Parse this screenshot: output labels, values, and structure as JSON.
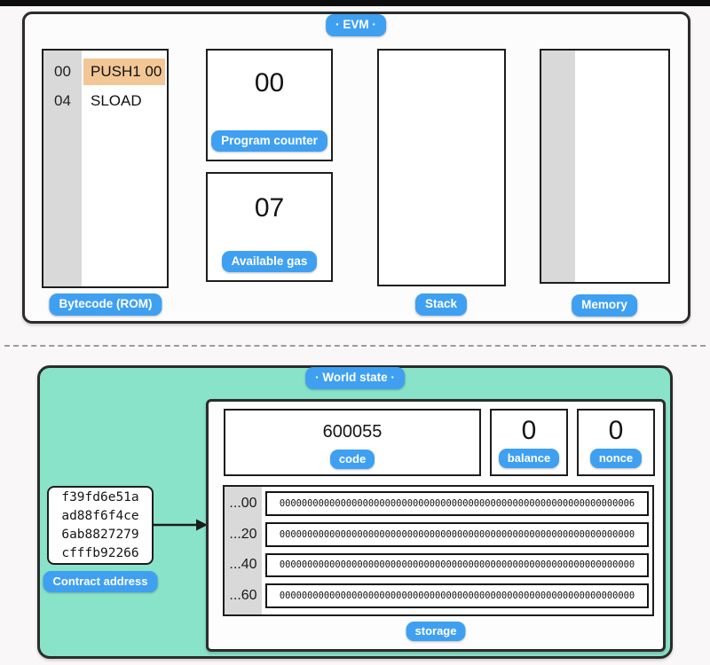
{
  "colors": {
    "accent_blue": "#3fa0f1",
    "world_state_teal": "#89e3c9",
    "instruction_highlight": "#f2c795",
    "gutter_gray": "#d9d9d9"
  },
  "evm": {
    "label": "·  EVM  ·",
    "bytecode": {
      "label": "Bytecode (ROM)",
      "rows": [
        {
          "offset": "00",
          "instruction": "PUSH1 00"
        },
        {
          "offset": "04",
          "instruction": "SLOAD"
        }
      ]
    },
    "program_counter": {
      "value": "00",
      "label": "Program counter"
    },
    "available_gas": {
      "value": "07",
      "label": "Available gas"
    },
    "stack": {
      "label": "Stack"
    },
    "memory": {
      "label": "Memory"
    }
  },
  "world_state": {
    "label": "·  World state  ·",
    "contract_address": {
      "label": "Contract address",
      "value": "f39fd6e51a\nad88f6f4ce\n6ab8827279\ncfffb92266"
    },
    "account": {
      "code": {
        "value": "600055",
        "label": "code"
      },
      "balance": {
        "value": "0",
        "label": "balance"
      },
      "nonce": {
        "value": "0",
        "label": "nonce"
      },
      "storage": {
        "label": "storage",
        "rows": [
          {
            "slot": "...00",
            "value": "0000000000000000000000000000000000000000000000000000000000000006"
          },
          {
            "slot": "...20",
            "value": "0000000000000000000000000000000000000000000000000000000000000000"
          },
          {
            "slot": "...40",
            "value": "0000000000000000000000000000000000000000000000000000000000000000"
          },
          {
            "slot": "...60",
            "value": "0000000000000000000000000000000000000000000000000000000000000000"
          }
        ]
      }
    }
  }
}
